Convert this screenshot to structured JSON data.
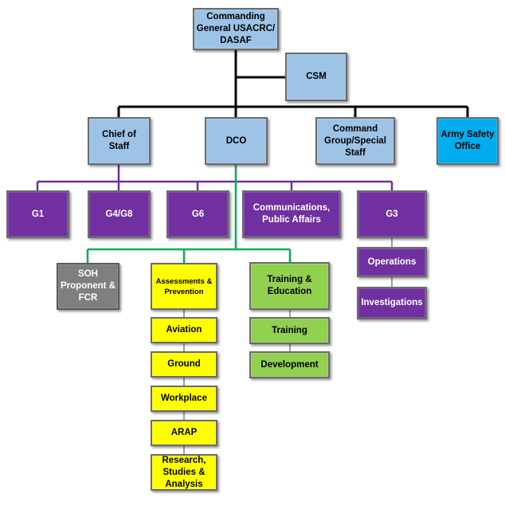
{
  "nodes": {
    "commanding_general": "Commanding General USACRC/ DASAF",
    "csm": "CSM",
    "chief_of_staff": "Chief of Staff",
    "dco": "DCO",
    "command_group": "Command Group/Special Staff",
    "army_safety_office": "Army Safety Office",
    "g1": "G1",
    "g4_g8": "G4/G8",
    "g6": "G6",
    "communications": "Communications, Public Affairs",
    "g3": "G3",
    "operations": "Operations",
    "investigations": "Investigations",
    "soh_proponent": "SOH Proponent & FCR",
    "assessments_prevention": "Assessments & Prevention",
    "aviation": "Aviation",
    "ground": "Ground",
    "workplace": "Workplace",
    "arap": "ARAP",
    "research": "Research, Studies & Analysis",
    "training_education": "Training & Education",
    "training": "Training",
    "development": "Development"
  },
  "colors": {
    "leadership_blue": "#9dc3e6",
    "safety_office_cyan": "#00aeef",
    "staff_purple": "#7030a0",
    "soh_gray": "#7f7f7f",
    "assessments_yellow": "#ffff00",
    "training_green": "#92d050",
    "black_connector": "#000000",
    "purple_connector": "#7030a0",
    "green_connector": "#00b050"
  }
}
